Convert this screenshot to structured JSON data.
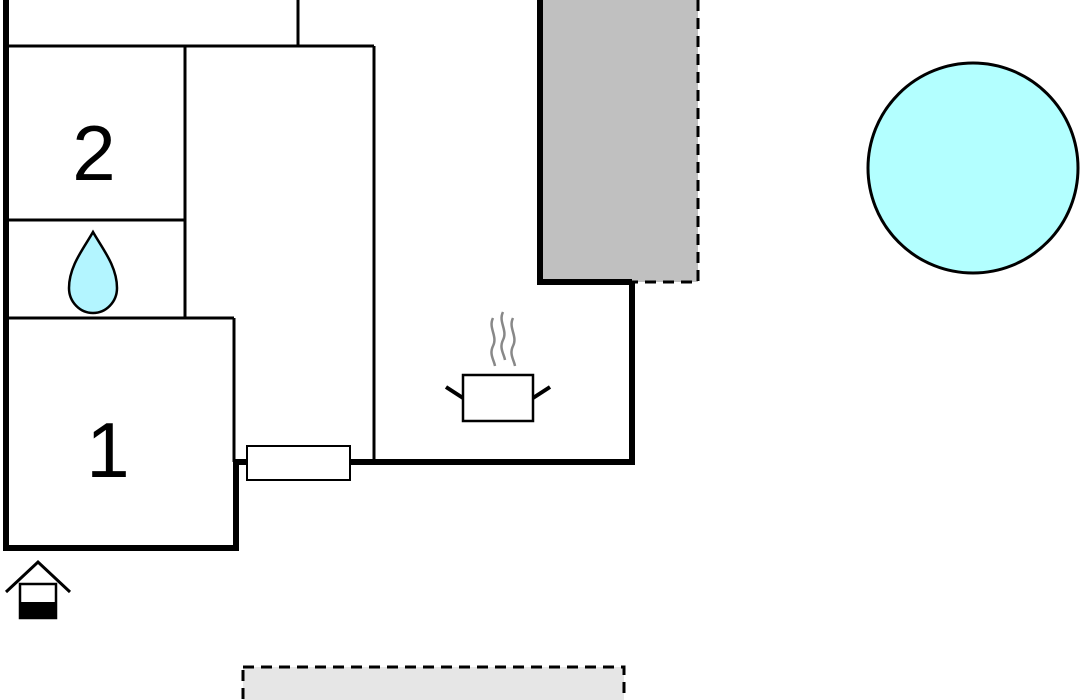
{
  "rooms": {
    "bedroom_1": {
      "label": "1"
    },
    "bedroom_2": {
      "label": "2"
    }
  },
  "icons": {
    "bathroom": "water-drop-icon",
    "kitchen": "cooking-pot-icon",
    "entrance": "house-entrance-icon",
    "pool": "pool-circle"
  },
  "colors": {
    "wall": "#000000",
    "thin_line": "#000000",
    "dark_gray_area": "#c0c0c0",
    "light_gray_area": "#e6e6e6",
    "pool_fill": "#b3ffff",
    "water_drop_fill": "#b3f5ff",
    "steam": "#888888",
    "background": "#ffffff"
  }
}
